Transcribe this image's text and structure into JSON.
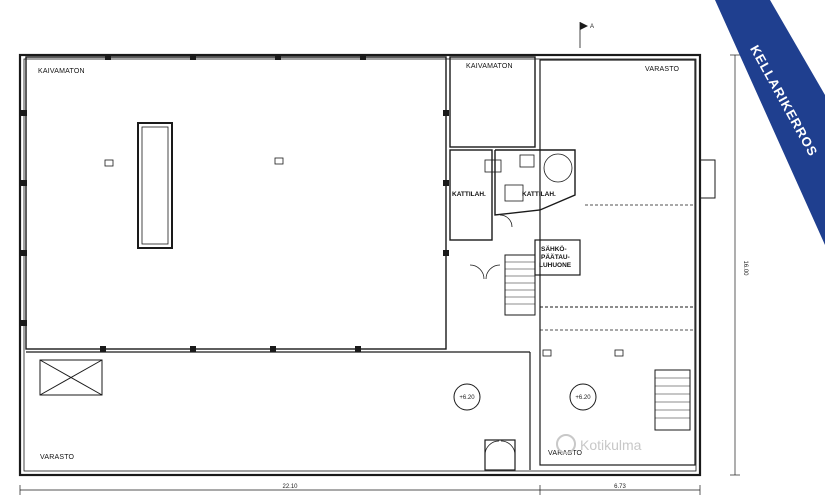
{
  "banner": {
    "text": "KELLARIKERROS",
    "color": "#1f3f8f"
  },
  "rooms": {
    "kaivamaton_large": "KAIVAMATON",
    "kaivamaton_small": "KAIVAMATON",
    "varasto_topright": "VARASTO",
    "kattilah_left": "KATTILAH.",
    "kattilah_right": "KATTILAH.",
    "sahko_line1": "SÄHKÖ-",
    "sahko_line2": "PÄÄTAU-",
    "sahko_line3": "LUHUONE",
    "varasto_bottomleft": "VARASTO",
    "varasto_bottomright": "VARASTO"
  },
  "levels": {
    "left": "+6.20",
    "right": "+6.20"
  },
  "dimensions": {
    "width_left": "22.10",
    "width_right": "6.73",
    "height": "16.00"
  },
  "section_marker": "A",
  "watermark": "Kotikulma"
}
